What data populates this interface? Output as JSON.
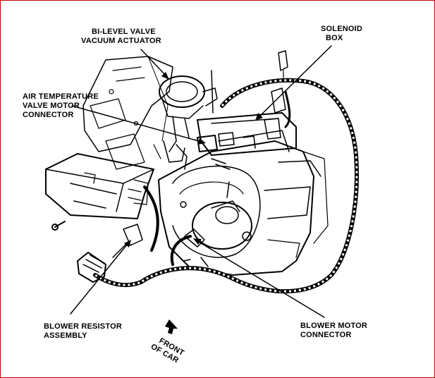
{
  "labels": {
    "bi_level_valve": [
      "BI-LEVEL VALVE",
      "VACUUM ACTUATOR"
    ],
    "solenoid_box": [
      "SOLENOID",
      "BOX"
    ],
    "air_temp_motor": [
      "AIR TEMPERATURE",
      "VALVE MOTOR",
      "CONNECTOR"
    ],
    "blower_resistor": [
      "BLOWER RESISTOR",
      "ASSEMBLY"
    ],
    "front_of_car": [
      "FRONT",
      "OF CAR"
    ],
    "blower_motor": [
      "BLOWER MOTOR",
      "CONNECTOR"
    ]
  },
  "colors": {
    "frame": "#c00000",
    "ink": "#000000",
    "paper": "#ffffff"
  }
}
